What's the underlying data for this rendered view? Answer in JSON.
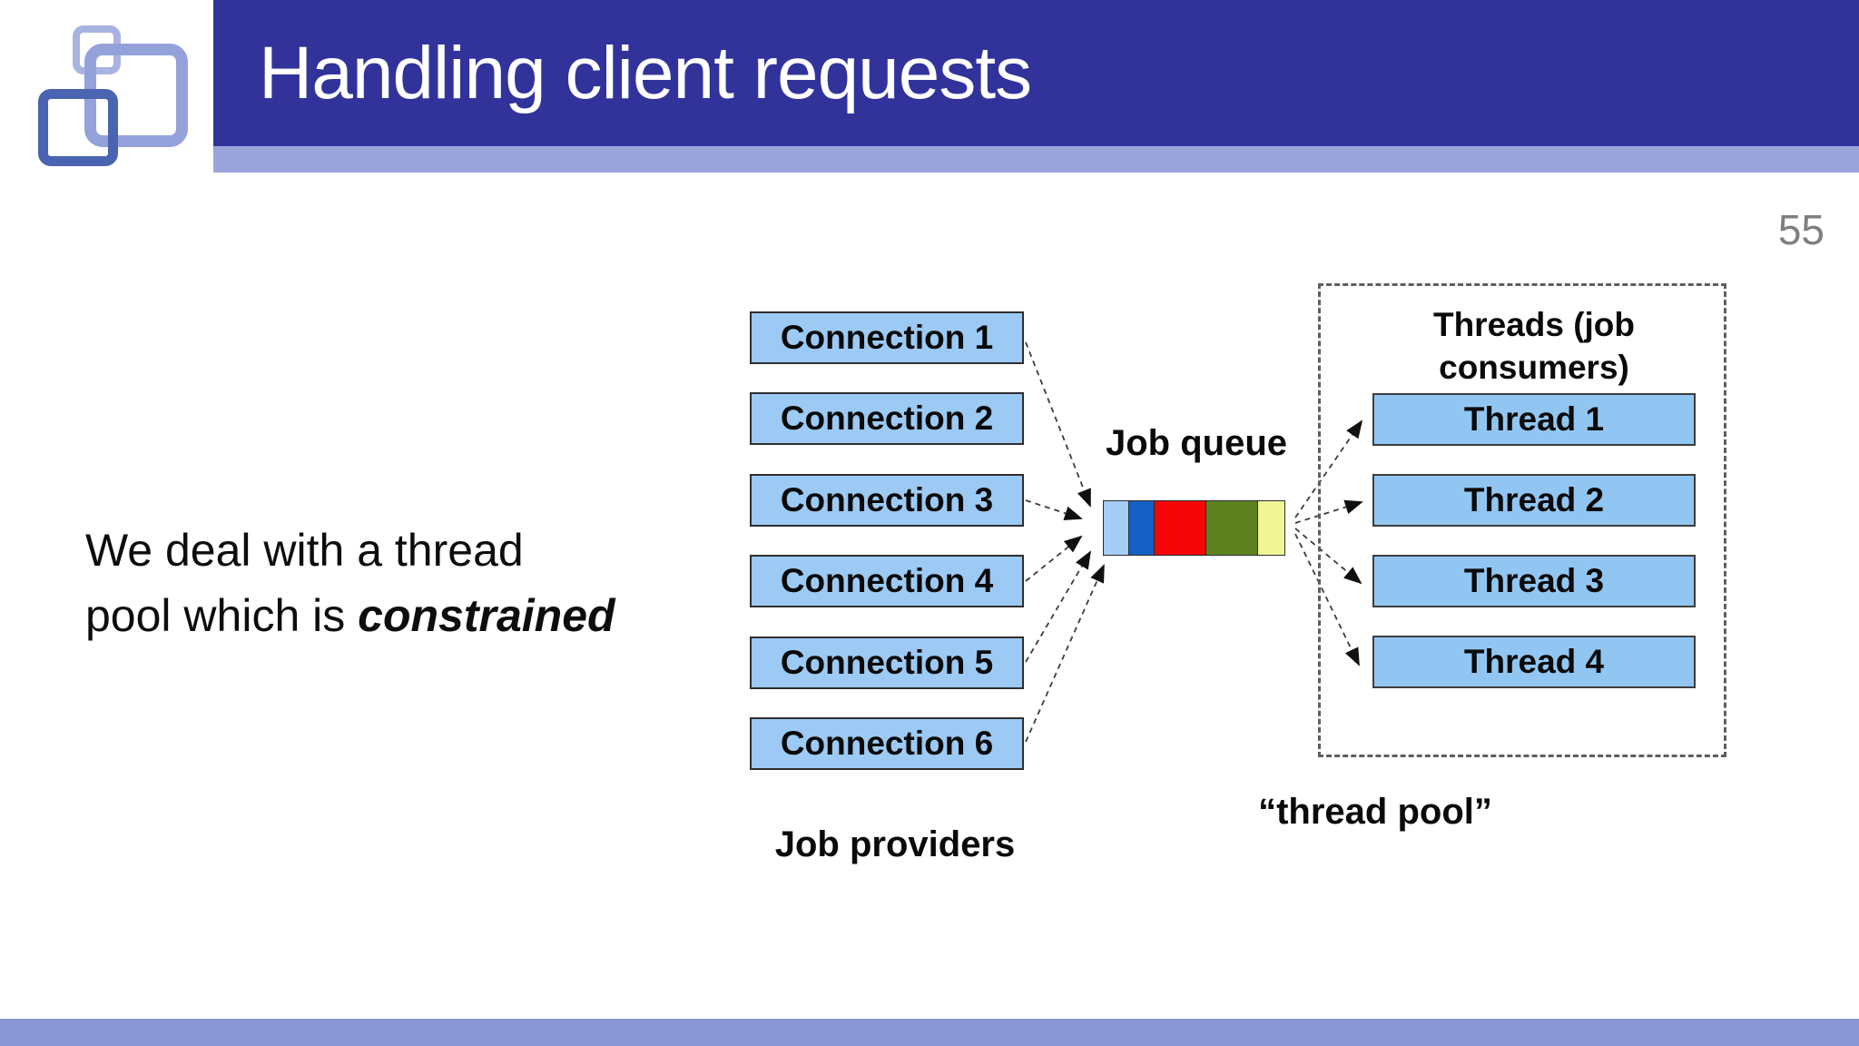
{
  "slide": {
    "title": "Handling client requests",
    "page_number": "55",
    "body": {
      "line1": "We deal with a thread",
      "line2_prefix": "pool which is ",
      "line2_emphasis": "constrained"
    },
    "colors": {
      "header_bar": "#31339B",
      "header_strip": "#9AA4DC",
      "footer_strip": "#8B96D5",
      "connection_box_fill": "#9CCAF4",
      "thread_box_fill": "#92C6F2",
      "page_number_gray": "#7F7F7F"
    }
  },
  "diagram": {
    "connections": [
      "Connection 1",
      "Connection 2",
      "Connection 3",
      "Connection 4",
      "Connection 5",
      "Connection 6"
    ],
    "job_providers_label": "Job providers",
    "job_queue_label": "Job queue",
    "threads_title": "Threads (job consumers)",
    "threads": [
      "Thread 1",
      "Thread 2",
      "Thread 3",
      "Thread 4"
    ],
    "thread_pool_label": "“thread pool”",
    "queue_segments": [
      {
        "name": "queue-segment-lightblue",
        "color": "#A5CDF5",
        "width": 28
      },
      {
        "name": "queue-segment-blue",
        "color": "#1460C4",
        "width": 28
      },
      {
        "name": "queue-segment-red",
        "color": "#F50505",
        "width": 57
      },
      {
        "name": "queue-segment-olive",
        "color": "#5F8221",
        "width": 57
      },
      {
        "name": "queue-segment-yellow",
        "color": "#F2F596",
        "width": 29
      }
    ]
  }
}
